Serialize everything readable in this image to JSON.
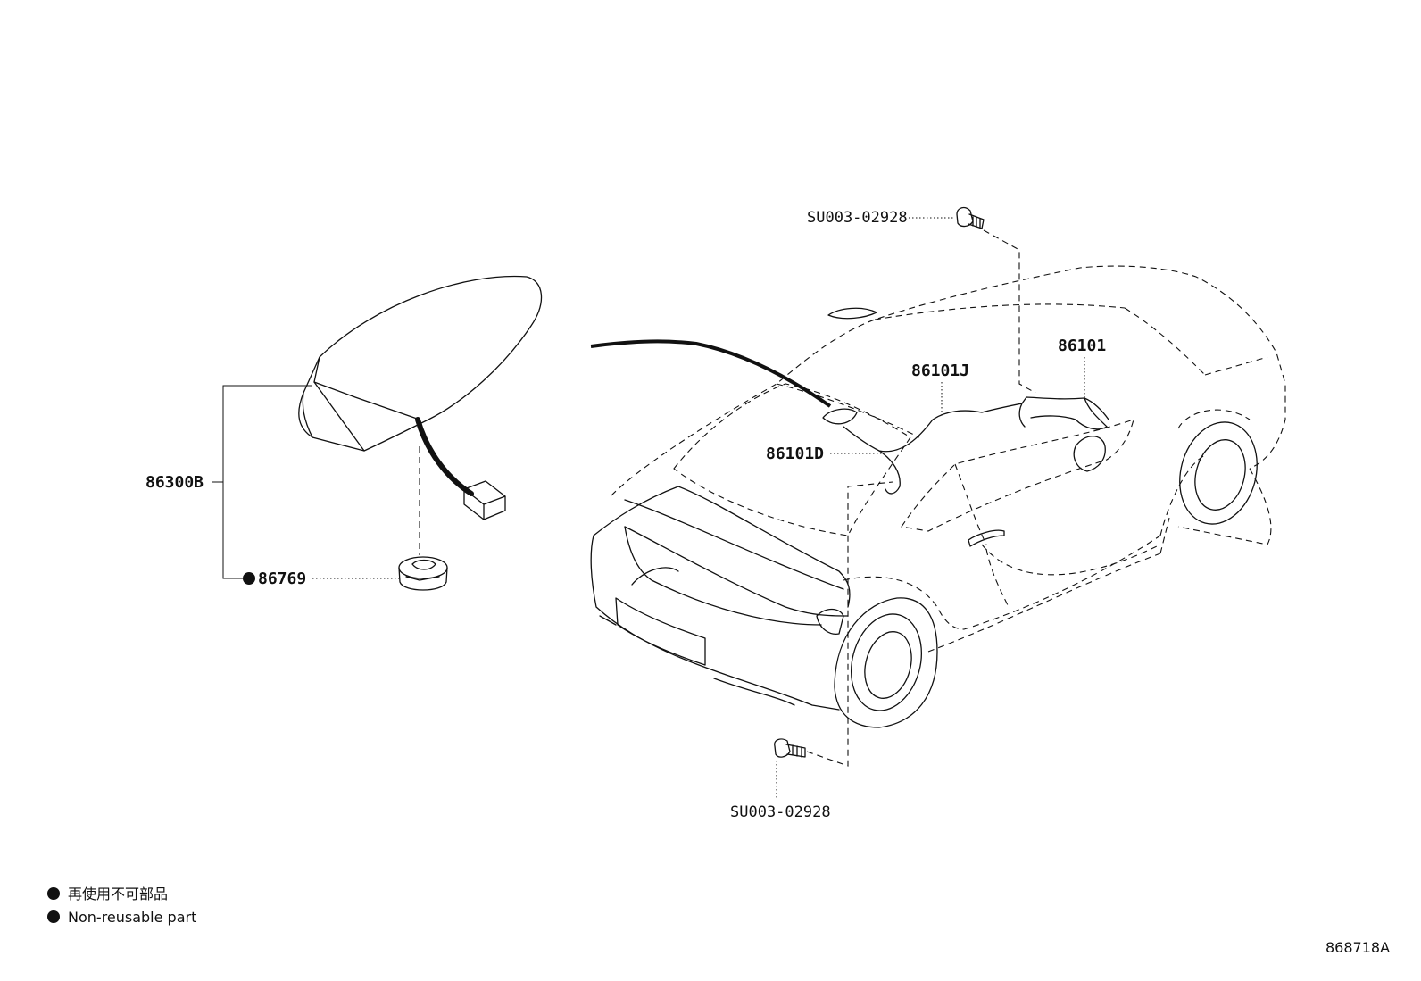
{
  "part_labels": {
    "bolt_top": "SU003-02928",
    "bolt_bottom": "SU003-02928",
    "antenna_assy": "86300B",
    "pad": "86769",
    "cable_main": "86101",
    "cable_j": "86101J",
    "cable_d": "86101D"
  },
  "legend": {
    "line_jp": "再使用不可部品",
    "line_en": "Non-reusable part"
  },
  "figure_code": "868718A"
}
